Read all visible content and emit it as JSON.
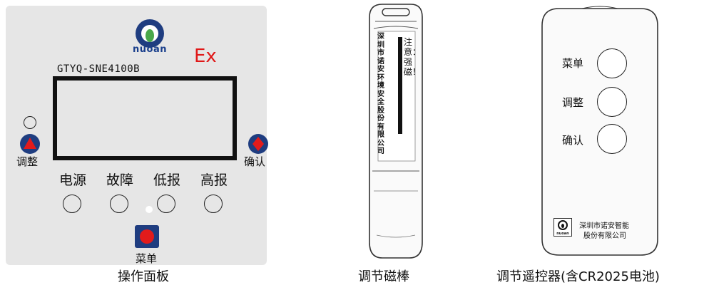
{
  "panel": {
    "brand": "nuoan",
    "ex_mark": "Ex",
    "model": "GTYQ-SNE4100B",
    "left_button_label": "调整",
    "right_button_label": "确认",
    "status_labels": [
      "电源",
      "故障",
      "低报",
      "高报"
    ],
    "menu_label": "菜单",
    "caption": "操作面板"
  },
  "wand": {
    "company": "深圳市诺安环境安全股份有限公司",
    "warning": "注意：强磁！",
    "caption": "调节磁棒"
  },
  "remote": {
    "buttons": [
      "菜单",
      "调整",
      "确认"
    ],
    "company_line1": "深圳市诺安智能",
    "company_line2": "股份有限公司",
    "logo_text": "nuoan",
    "caption": "调节遥控器(含CR2025电池)"
  },
  "colors": {
    "panel_bg": "#e6e6e6",
    "button_blue": "#1f3d80",
    "accent_red": "#e21b1b",
    "logo_green": "#4aa84a"
  }
}
